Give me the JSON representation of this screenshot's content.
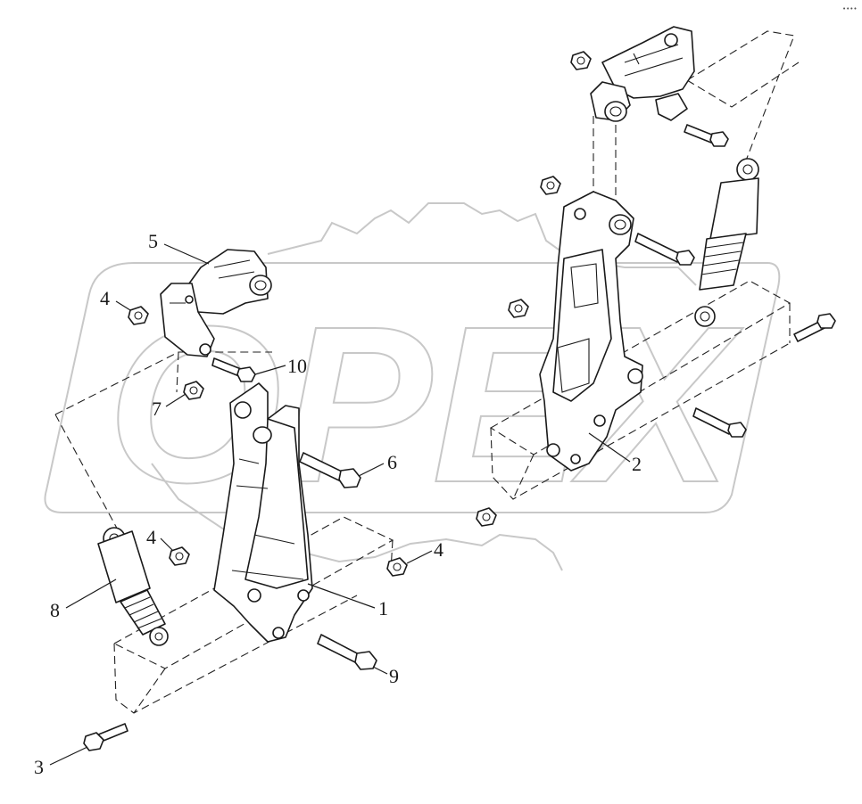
{
  "watermark": {
    "text": "OPEX",
    "color": "#c8c8c8"
  },
  "stamp": "••••",
  "callouts": [
    {
      "id": "c5",
      "label": "5"
    },
    {
      "id": "c4a",
      "label": "4"
    },
    {
      "id": "c10",
      "label": "10"
    },
    {
      "id": "c7",
      "label": "7"
    },
    {
      "id": "c6",
      "label": "6"
    },
    {
      "id": "c4b",
      "label": "4"
    },
    {
      "id": "c4c",
      "label": "4"
    },
    {
      "id": "c8",
      "label": "8"
    },
    {
      "id": "c1",
      "label": "1"
    },
    {
      "id": "c9",
      "label": "9"
    },
    {
      "id": "c3",
      "label": "3"
    },
    {
      "id": "c2",
      "label": "2"
    }
  ],
  "colors": {
    "line": "#1a1a1a",
    "background": "#ffffff"
  }
}
